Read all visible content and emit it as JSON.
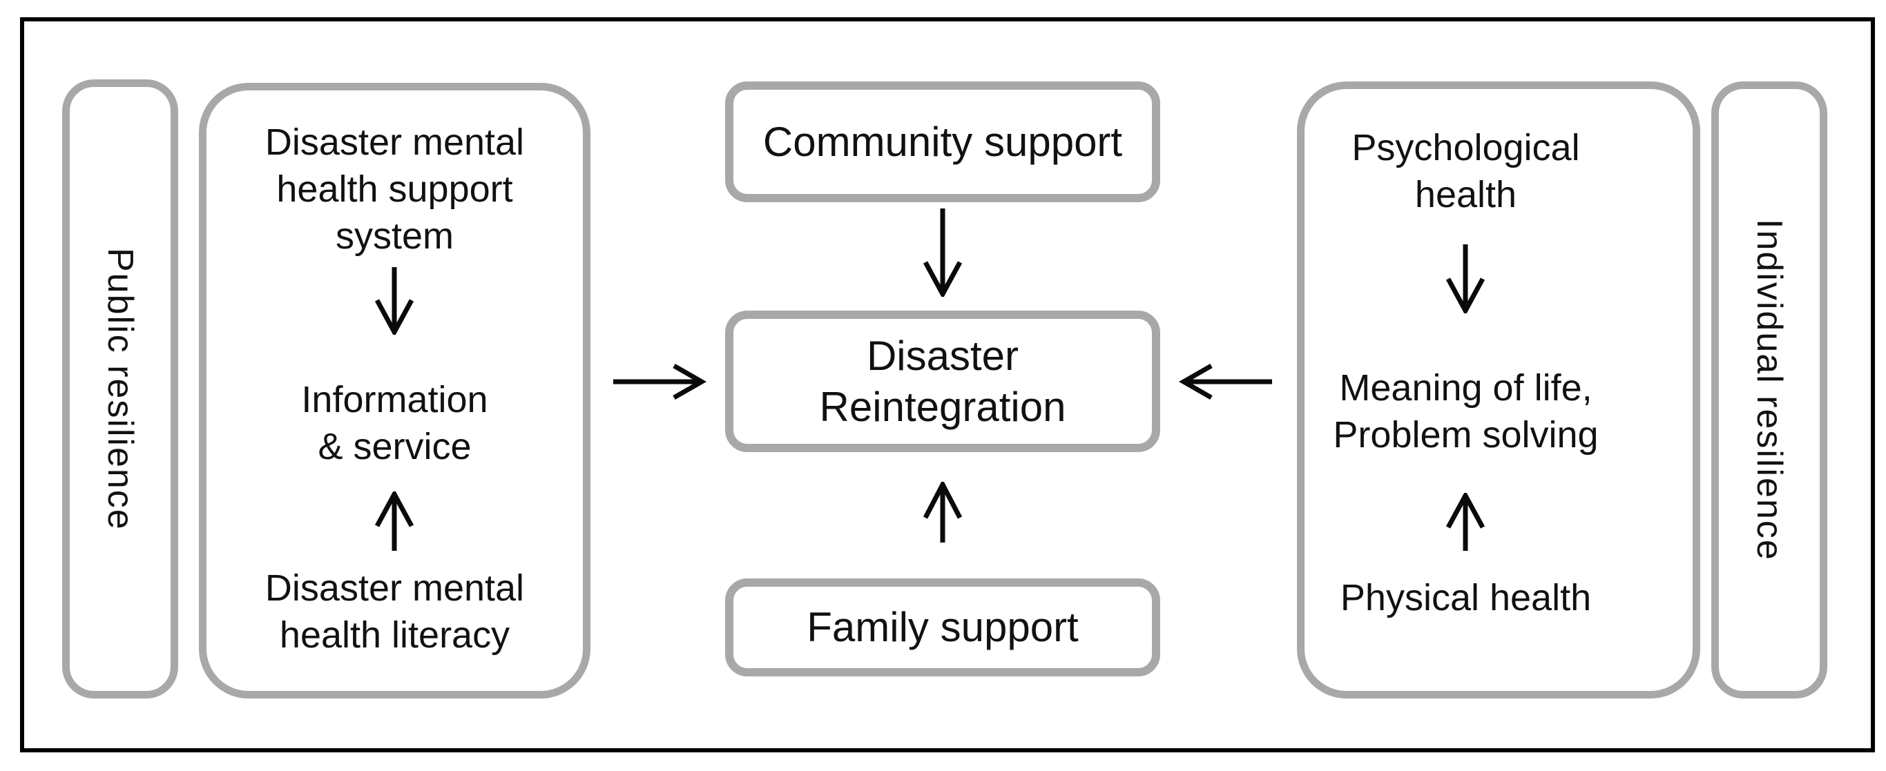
{
  "figure": {
    "background": "#ffffff",
    "frame_color": "#000000",
    "box_border_color": "#a8a8a8",
    "text_color": "#111111",
    "arrow_color": "#0a0a0a"
  },
  "rails": {
    "left": "Public resilience",
    "right": "Individual resilience"
  },
  "left_group": {
    "system_lines": [
      "Disaster mental",
      "health support",
      "system"
    ],
    "info_lines": [
      "Information",
      "& service"
    ],
    "literacy_lines": [
      "Disaster mental",
      "health literacy"
    ]
  },
  "center": {
    "community": "Community support",
    "reintegration_lines": [
      "Disaster",
      "Reintegration"
    ],
    "family": "Family support"
  },
  "right_group": {
    "psych_lines": [
      "Psychological",
      "health"
    ],
    "meaning_lines": [
      "Meaning of life,",
      "Problem solving"
    ],
    "physical_lines": [
      "Physical health"
    ]
  }
}
